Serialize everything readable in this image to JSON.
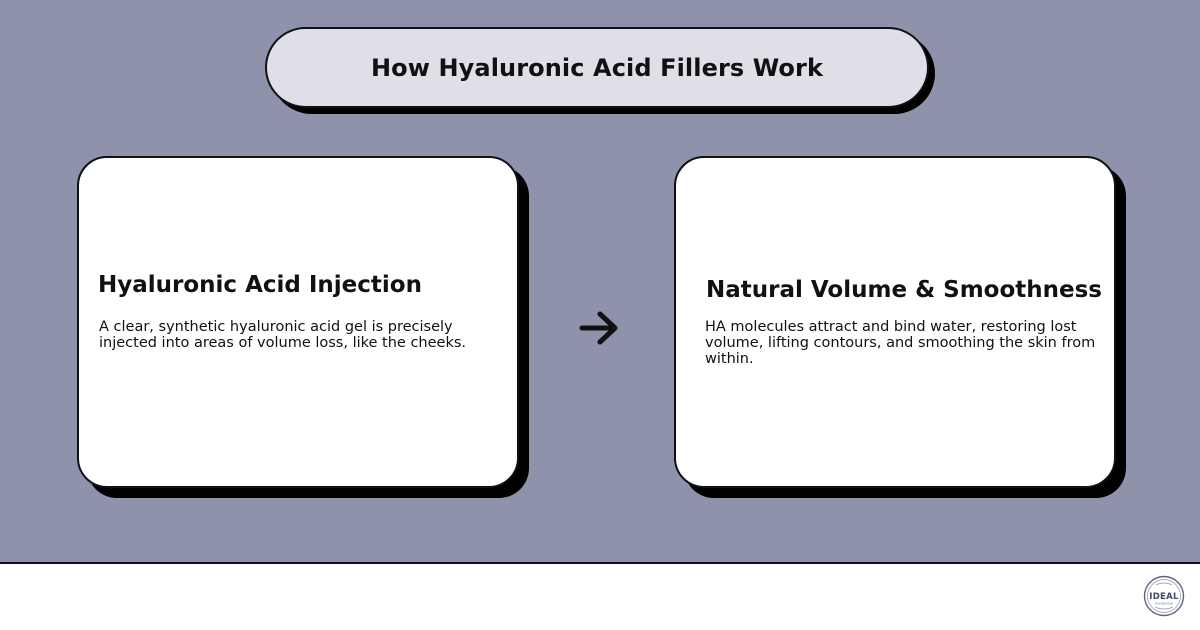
{
  "header": {
    "title": "How Hyaluronic Acid Fillers Work"
  },
  "steps": [
    {
      "title": "Hyaluronic Acid Injection",
      "description": "A clear, synthetic hyaluronic acid gel is precisely injected into areas of volume loss, like the cheeks."
    },
    {
      "title": "Natural Volume & Smoothness",
      "description": "HA molecules attract and bind water, restoring lost volume, lifting contours, and smoothing the skin from within."
    }
  ],
  "connector": {
    "icon": "arrow-right-icon"
  },
  "footer": {
    "logo_text": "IDEAL",
    "logo_subtext": "FACEBOOK"
  },
  "colors": {
    "background": "#8e93ab",
    "title_pill": "#dedfe7",
    "card": "#ffffff",
    "ink": "#111111",
    "shadow": "#000000"
  }
}
